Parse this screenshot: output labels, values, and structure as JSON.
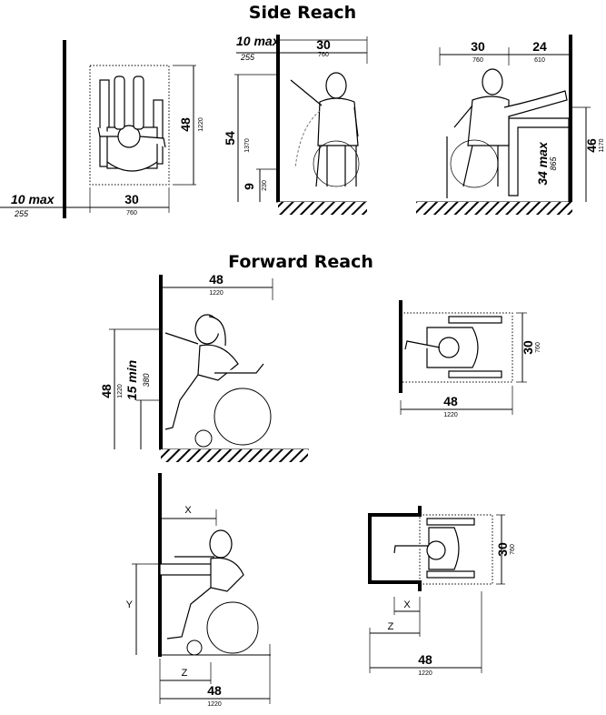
{
  "sections": {
    "side_reach": "Side Reach",
    "forward_reach": "Forward Reach"
  },
  "side_a": {
    "clear_max": "10 max",
    "clear_max_mm": "255",
    "width": "30",
    "width_mm": "760",
    "depth": "48",
    "depth_mm": "1220"
  },
  "side_b": {
    "clear_max": "10 max",
    "clear_max_mm": "255",
    "width": "30",
    "width_mm": "760",
    "high": "54",
    "high_mm": "1370",
    "low": "9",
    "low_mm": "230"
  },
  "side_c": {
    "width": "30",
    "width_mm": "760",
    "reach": "24",
    "reach_mm": "610",
    "high": "46",
    "high_mm": "1170",
    "counter": "34 max",
    "counter_mm": "865"
  },
  "fwd_a": {
    "width": "48",
    "width_mm": "1220",
    "high": "48",
    "high_mm": "1220",
    "low": "15 min",
    "low_mm": "380"
  },
  "fwd_b": {
    "width": "48",
    "width_mm": "1220",
    "depth": "30",
    "depth_mm": "760"
  },
  "fwd_c": {
    "x": "X",
    "y": "Y",
    "z": "Z",
    "width": "48",
    "width_mm": "1220"
  },
  "fwd_d": {
    "x": "X",
    "z": "Z",
    "width": "48",
    "width_mm": "1220",
    "depth": "30",
    "depth_mm": "760"
  }
}
